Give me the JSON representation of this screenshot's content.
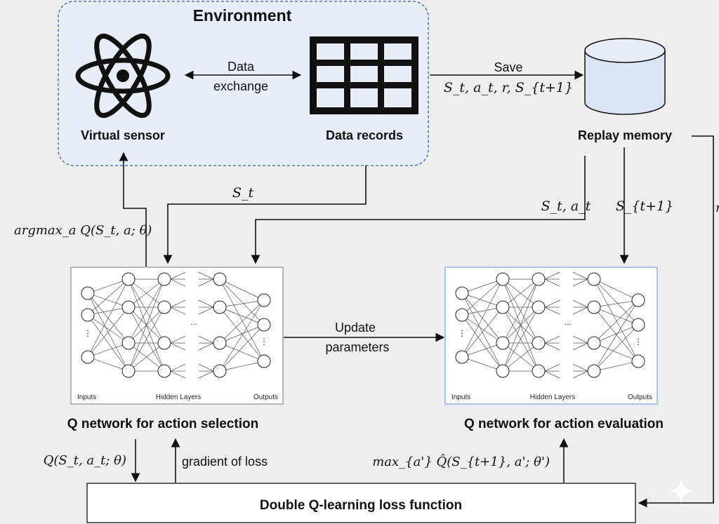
{
  "environment": {
    "title": "Environment",
    "virtual_sensor_label": "Virtual sensor",
    "data_records_label": "Data records",
    "exchange_line1": "Data",
    "exchange_line2": "exchange"
  },
  "replay": {
    "label": "Replay memory",
    "save_label": "Save",
    "transition": "S_t, a_t, r, S_{t+1}"
  },
  "signals": {
    "state_to_net": "S_t",
    "state_action": "S_t, a_t",
    "next_state": "S_{t+1}",
    "argmax": "argmax_a Q(S_t, a; θ)",
    "edge_text": "r"
  },
  "networks": {
    "left_title": "Q network for action selection",
    "right_title": "Q network for action evaluation",
    "inputs_label": "Inputs",
    "hidden_label": "Hidden Layers",
    "outputs_label": "Outputs",
    "ellipsis": "...",
    "update_line1": "Update",
    "update_line2": "parameters"
  },
  "loss": {
    "label": "Double Q-learning loss function",
    "q_value": "Q(S_t, a_t; θ)",
    "gradient": "gradient of loss",
    "max_target": "max_{a'} Q̂(S_{t+1}, a'; θ')"
  }
}
